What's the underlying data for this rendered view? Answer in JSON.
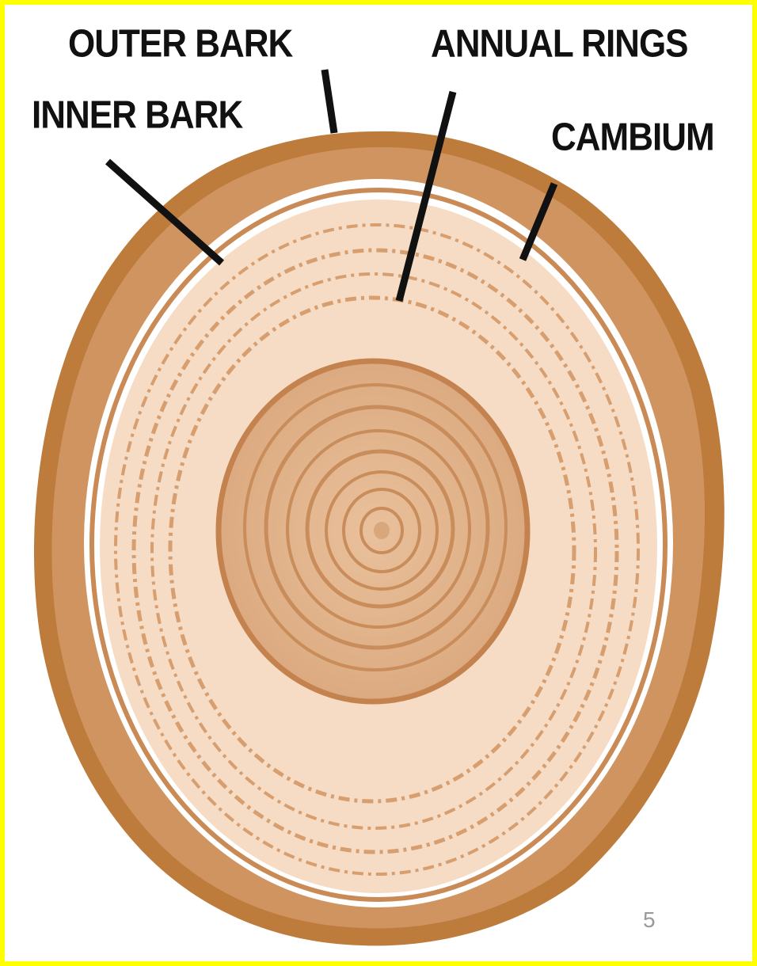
{
  "labels": {
    "outer_bark": "OUTER BARK",
    "annual_rings": "ANNUAL RINGS",
    "inner_bark": "INNER BARK",
    "cambium": "CAMBIUM"
  },
  "page_number": "5",
  "colors": {
    "frame": "#ffff00",
    "bark_dark": "#b9783a",
    "bark_mid": "#d8a57a",
    "sapwood": "#f6dcc4",
    "heartwood": "#e2b48c",
    "ring_line": "#c88a58",
    "leader_line": "#111111"
  }
}
